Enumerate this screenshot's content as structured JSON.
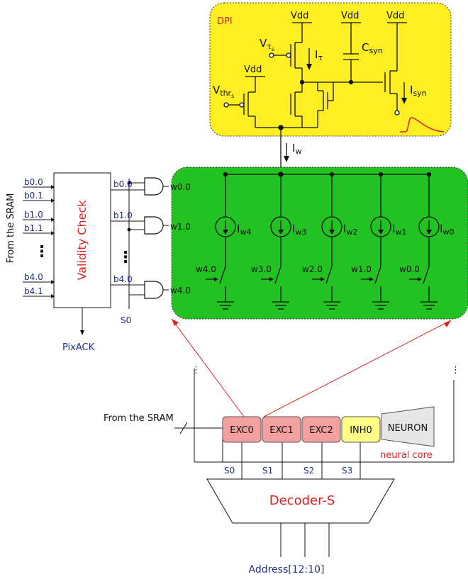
{
  "dpi": {
    "label": "DPI",
    "vdd": "Vdd",
    "v_tau": "V",
    "v_tau_sub": "τ",
    "v_tau_subsub": "s",
    "i_tau": "I",
    "i_tau_sub": "τ",
    "c_syn": "C",
    "c_syn_sub": "syn",
    "v_thr": "V",
    "v_thr_sub": "thr",
    "v_thr_subsub": "s",
    "i_syn": "I",
    "i_syn_sub": "syn"
  },
  "iw": {
    "main": "I",
    "sub": "w"
  },
  "validity": {
    "title": "Validity Check",
    "inputs": [
      "b0.0",
      "b0.1",
      "b1.0",
      "b1.1",
      "b4.0",
      "b4.1"
    ],
    "outputs": [
      "b0.0",
      "b1.0",
      "b4.0"
    ],
    "from_sram": "From the SRAM",
    "pixack": "PixACK",
    "s0": "S0",
    "dots": "⋮"
  },
  "weights": {
    "gate_outputs": [
      "w0.0",
      "w1.0",
      "w4.0"
    ],
    "currents": [
      {
        "main": "I",
        "sub": "w4"
      },
      {
        "main": "I",
        "sub": "w3"
      },
      {
        "main": "I",
        "sub": "w2"
      },
      {
        "main": "I",
        "sub": "w1"
      },
      {
        "main": "I",
        "sub": "w0"
      }
    ],
    "switches": [
      "w4.0",
      "w3.0",
      "w2.0",
      "w1.0",
      "w0.0"
    ]
  },
  "core": {
    "from_sram": "From the SRAM",
    "blocks": [
      "EXC0",
      "EXC1",
      "EXC2",
      "INH0"
    ],
    "neuron": "NEURON",
    "label": "neural core",
    "selects": [
      "S0",
      "S1",
      "S2",
      "S3"
    ]
  },
  "decoder": {
    "label": "Decoder-S",
    "address": "Address[12:10]"
  },
  "colors": {
    "dpi_fill": "#ffee22",
    "weights_fill": "#22c222",
    "exc_fill": "#f4a0a0",
    "inh_fill": "#ffff88",
    "neuron_fill": "#e6e6e6",
    "label_blue": "#1f2f86",
    "label_red": "#e02020"
  }
}
